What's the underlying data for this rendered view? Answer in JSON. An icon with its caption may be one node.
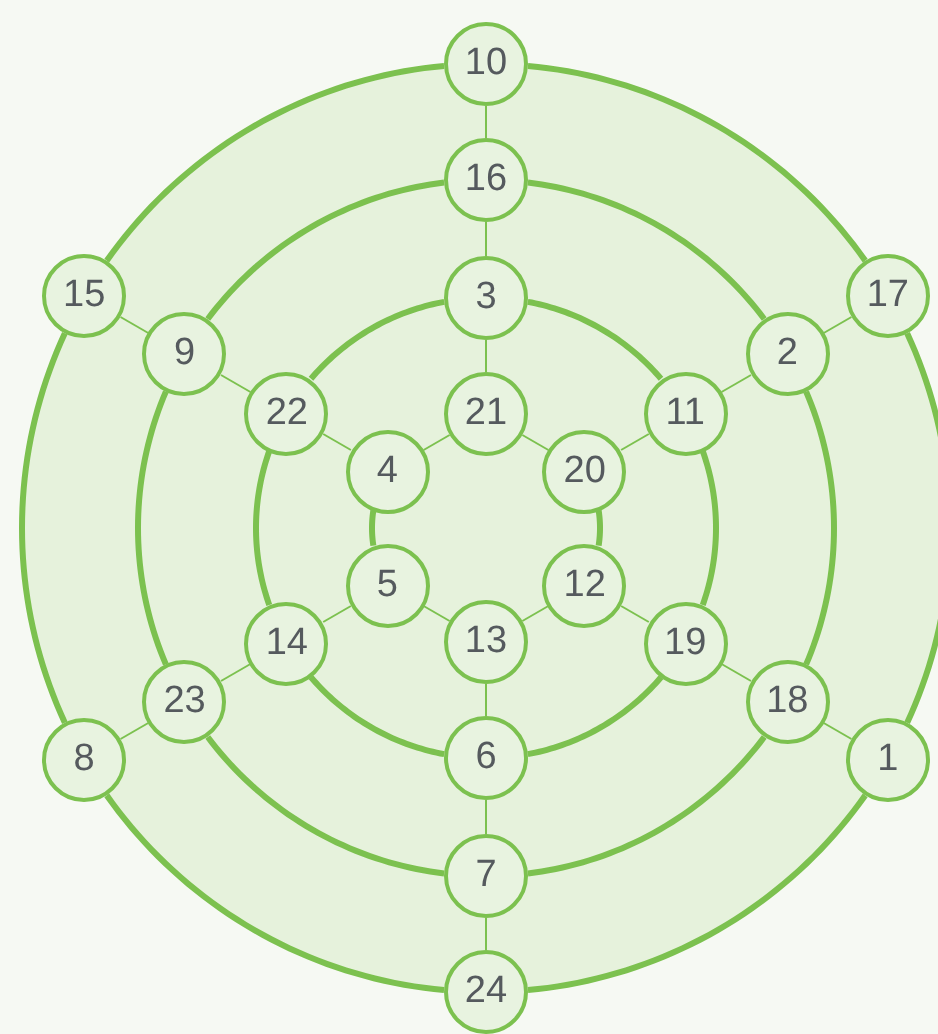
{
  "diagram": {
    "nodes": [
      {
        "text": [
          "10"
        ]
      },
      {
        "text": [
          "16"
        ]
      },
      {
        "text": [
          "15"
        ]
      },
      {
        "text": [
          "17"
        ]
      },
      {
        "text": [
          "3"
        ]
      },
      {
        "text": [
          "9"
        ]
      },
      {
        "text": [
          "2"
        ]
      },
      {
        "text": [
          "22"
        ]
      },
      {
        "text": [
          "21"
        ]
      },
      {
        "text": [
          "11"
        ]
      },
      {
        "text": [
          "4"
        ]
      },
      {
        "text": [
          "20"
        ]
      },
      {
        "text": [
          "5"
        ]
      },
      {
        "text": [
          "12"
        ]
      },
      {
        "text": [
          "14"
        ]
      },
      {
        "text": [
          "13"
        ]
      },
      {
        "text": [
          "19"
        ]
      },
      {
        "text": [
          "23"
        ]
      },
      {
        "text": [
          "18"
        ]
      },
      {
        "text": [
          "6"
        ]
      },
      {
        "text": [
          "8"
        ]
      },
      {
        "text": [
          "1"
        ]
      },
      {
        "text": [
          "7"
        ]
      },
      {
        "text": [
          "24"
        ]
      }
    ],
    "edges": [
      {
        "from": 0,
        "to": 3,
        "arrow": "none",
        "style": "thick"
      },
      {
        "from": 3,
        "to": 21,
        "arrow": "none",
        "style": "thick"
      },
      {
        "from": 21,
        "to": 23,
        "arrow": "none",
        "style": "thick"
      },
      {
        "from": 23,
        "to": 20,
        "arrow": "none",
        "style": "thick"
      },
      {
        "from": 20,
        "to": 2,
        "arrow": "none",
        "style": "thick"
      },
      {
        "from": 2,
        "to": 0,
        "arrow": "none",
        "style": "thick"
      },
      {
        "from": 1,
        "to": 6,
        "arrow": "none",
        "style": "thick"
      },
      {
        "from": 6,
        "to": 18,
        "arrow": "none",
        "style": "thick"
      },
      {
        "from": 18,
        "to": 22,
        "arrow": "none",
        "style": "thick"
      },
      {
        "from": 22,
        "to": 17,
        "arrow": "none",
        "style": "thick"
      },
      {
        "from": 17,
        "to": 5,
        "arrow": "none",
        "style": "thick"
      },
      {
        "from": 5,
        "to": 1,
        "arrow": "none",
        "style": "thick"
      },
      {
        "from": 4,
        "to": 9,
        "arrow": "none",
        "style": "thick"
      },
      {
        "from": 9,
        "to": 16,
        "arrow": "none",
        "style": "thick"
      },
      {
        "from": 16,
        "to": 19,
        "arrow": "none",
        "style": "thick"
      },
      {
        "from": 19,
        "to": 14,
        "arrow": "none",
        "style": "thick"
      },
      {
        "from": 14,
        "to": 7,
        "arrow": "none",
        "style": "thick"
      },
      {
        "from": 7,
        "to": 4,
        "arrow": "none",
        "style": "thick"
      },
      {
        "from": 8,
        "to": 11,
        "arrow": "none"
      },
      {
        "from": 11,
        "to": 13,
        "arrow": "none",
        "style": "thick"
      },
      {
        "from": 13,
        "to": 15,
        "arrow": "none"
      },
      {
        "from": 15,
        "to": 12,
        "arrow": "none"
      },
      {
        "from": 12,
        "to": 10,
        "arrow": "none",
        "style": "thick"
      },
      {
        "from": 10,
        "to": 8,
        "arrow": "none"
      },
      {
        "from": 0,
        "to": 1,
        "arrow": "none"
      },
      {
        "from": 1,
        "to": 4,
        "arrow": "none"
      },
      {
        "from": 4,
        "to": 8,
        "arrow": "none"
      },
      {
        "from": 3,
        "to": 6,
        "arrow": "none"
      },
      {
        "from": 6,
        "to": 9,
        "arrow": "none"
      },
      {
        "from": 9,
        "to": 11,
        "arrow": "none"
      },
      {
        "from": 21,
        "to": 18,
        "arrow": "none"
      },
      {
        "from": 18,
        "to": 16,
        "arrow": "none"
      },
      {
        "from": 16,
        "to": 13,
        "arrow": "none"
      },
      {
        "from": 23,
        "to": 22,
        "arrow": "none"
      },
      {
        "from": 22,
        "to": 19,
        "arrow": "none"
      },
      {
        "from": 19,
        "to": 15,
        "arrow": "none"
      },
      {
        "from": 20,
        "to": 17,
        "arrow": "none"
      },
      {
        "from": 17,
        "to": 14,
        "arrow": "none"
      },
      {
        "from": 14,
        "to": 12,
        "arrow": "none"
      },
      {
        "from": 2,
        "to": 5,
        "arrow": "none"
      },
      {
        "from": 5,
        "to": 7,
        "arrow": "none"
      },
      {
        "from": 7,
        "to": 10,
        "arrow": "none"
      }
    ]
  }
}
